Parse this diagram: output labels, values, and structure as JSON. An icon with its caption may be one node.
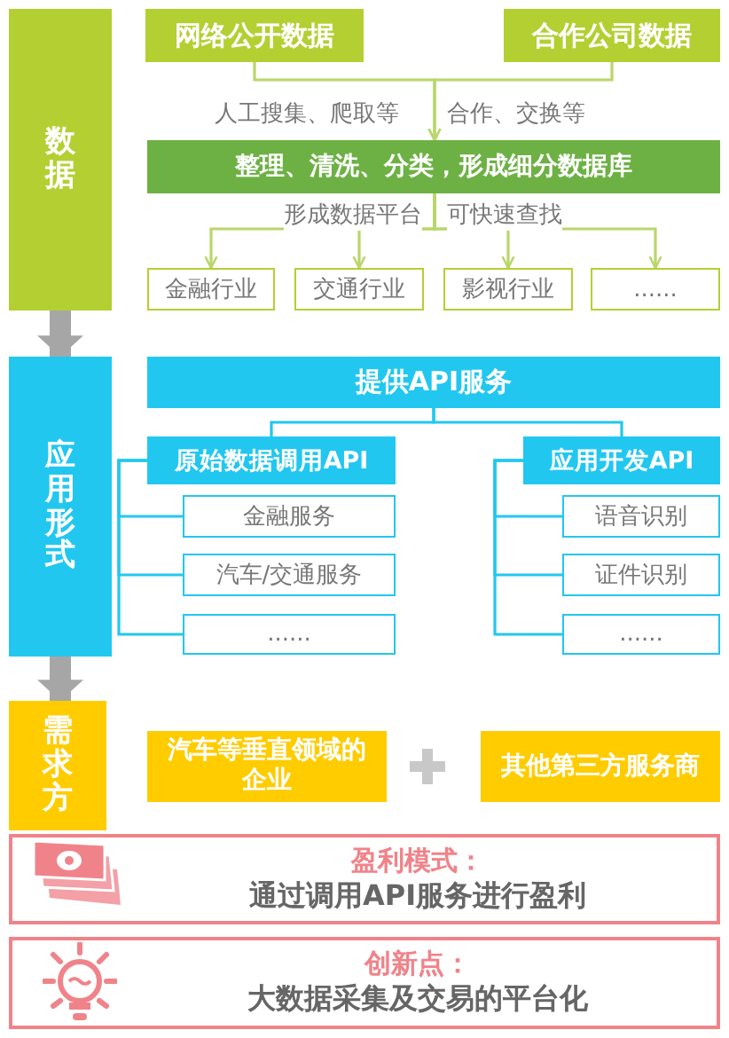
{
  "diagram": {
    "nodes": [
      {
        "text": [
          "数据"
        ]
      },
      {
        "text": [
          "网络公开数据"
        ]
      },
      {
        "text": [
          "合作公司数据"
        ]
      },
      {
        "text": [
          "整理、清洗、分类，形成细分数据库"
        ]
      },
      {
        "text": [
          "金融行业"
        ]
      },
      {
        "text": [
          "交通行业"
        ]
      },
      {
        "text": [
          "影视行业"
        ]
      },
      {
        "text": [
          "......"
        ]
      },
      {
        "text": [
          "应用形式"
        ]
      },
      {
        "text": [
          "提供API服务"
        ]
      },
      {
        "text": [
          "原始数据调用API"
        ]
      },
      {
        "text": [
          "金融服务"
        ]
      },
      {
        "text": [
          "汽车/交通服务"
        ]
      },
      {
        "text": [
          "......"
        ]
      },
      {
        "text": [
          "应用开发API"
        ]
      },
      {
        "text": [
          "语音识别"
        ]
      },
      {
        "text": [
          "证件识别"
        ]
      },
      {
        "text": [
          "......"
        ]
      },
      {
        "text": [
          "需求方"
        ]
      },
      {
        "text": [
          "汽车等垂直领域的企业"
        ]
      },
      {
        "text": [
          "其他第三方服务商"
        ]
      },
      {
        "text": [
          "盈利模式：",
          "通过调用API服务进行盈利"
        ]
      },
      {
        "text": [
          "创新点：",
          "大数据采集及交易的平台化"
        ]
      }
    ],
    "edges": [
      {
        "from": 1,
        "to": 3,
        "arrow": "to",
        "label": "人工搜集、爬取等",
        "color": "#b9d66a"
      },
      {
        "from": 2,
        "to": 3,
        "arrow": "to",
        "label": "合作、交换等",
        "color": "#b9d66a"
      },
      {
        "from": 3,
        "to": 4,
        "arrow": "to",
        "color": "#b9d66a"
      },
      {
        "from": 3,
        "to": 5,
        "arrow": "to",
        "color": "#b9d66a"
      },
      {
        "from": 3,
        "to": 6,
        "arrow": "to",
        "color": "#b9d66a"
      },
      {
        "from": 3,
        "to": 7,
        "arrow": "to",
        "color": "#b9d66a"
      },
      {
        "from": 0,
        "to": 8,
        "arrow": "to",
        "style": "thick",
        "color": "#a6a6a6"
      },
      {
        "from": 9,
        "to": 10,
        "arrow": "none"
      },
      {
        "from": 9,
        "to": 14,
        "arrow": "none"
      },
      {
        "from": 10,
        "to": 11,
        "arrow": "none"
      },
      {
        "from": 10,
        "to": 12,
        "arrow": "none"
      },
      {
        "from": 10,
        "to": 13,
        "arrow": "none"
      },
      {
        "from": 14,
        "to": 15,
        "arrow": "none"
      },
      {
        "from": 14,
        "to": 16,
        "arrow": "none"
      },
      {
        "from": 14,
        "to": 17,
        "arrow": "none"
      },
      {
        "from": 8,
        "to": 18,
        "arrow": "to",
        "style": "thick",
        "color": "#a6a6a6"
      }
    ],
    "labels": [
      "形成数据平台",
      "可快速查找"
    ]
  }
}
